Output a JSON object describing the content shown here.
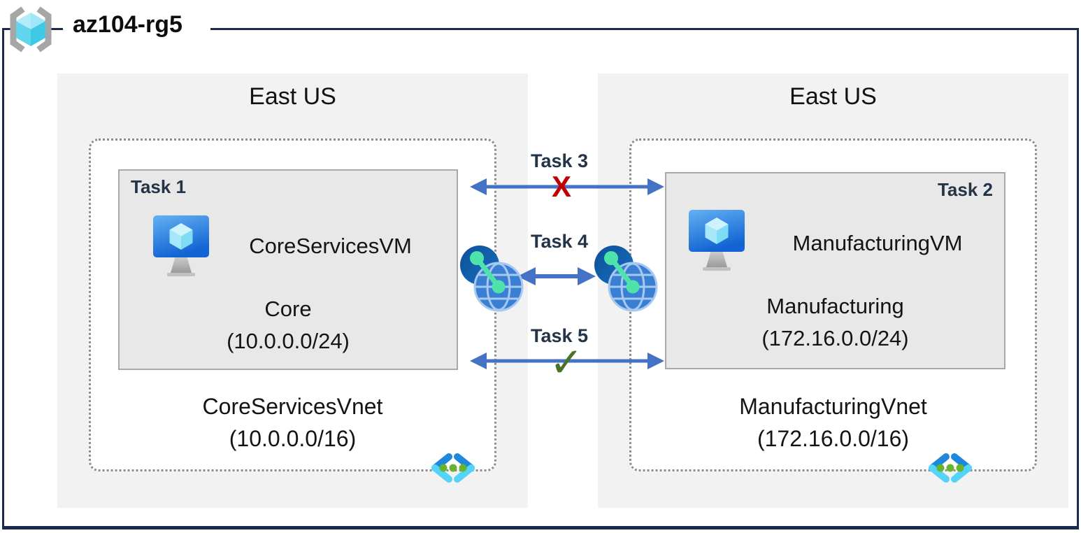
{
  "resource_group": {
    "name": "az104-rg5"
  },
  "regions": [
    {
      "name": "East US",
      "vnet": {
        "name": "CoreServicesVnet",
        "cidr": "(10.0.0.0/16)"
      },
      "subnet": {
        "task_label": "Task 1",
        "vm_name": "CoreServicesVM",
        "name": "Core",
        "cidr": "(10.0.0.0/24)"
      }
    },
    {
      "name": "East US",
      "vnet": {
        "name": "ManufacturingVnet",
        "cidr": "(172.16.0.0/16)"
      },
      "subnet": {
        "task_label": "Task 2",
        "vm_name": "ManufacturingVM",
        "name": "Manufacturing",
        "cidr": "(172.16.0.0/24)"
      }
    }
  ],
  "connections": [
    {
      "label": "Task 3",
      "marker": "X"
    },
    {
      "label": "Task 4",
      "marker": ""
    },
    {
      "label": "Task 5",
      "marker": "✓"
    }
  ],
  "icons": {
    "resource_group": "resource-group-icon",
    "virtual_machine": "virtual-machine-icon",
    "virtual_network": "virtual-network-icon",
    "peering": "vnet-peering-icon"
  },
  "colors": {
    "arrow_blue": "#4472C4",
    "blocked_x_red": "#C00000",
    "allowed_check_green": "#4A7326",
    "task_label_navy": "#243447",
    "outer_border_navy": "#1B2B4D",
    "region_bg": "#F2F2F2",
    "subnet_bg": "#E8E8E8"
  }
}
